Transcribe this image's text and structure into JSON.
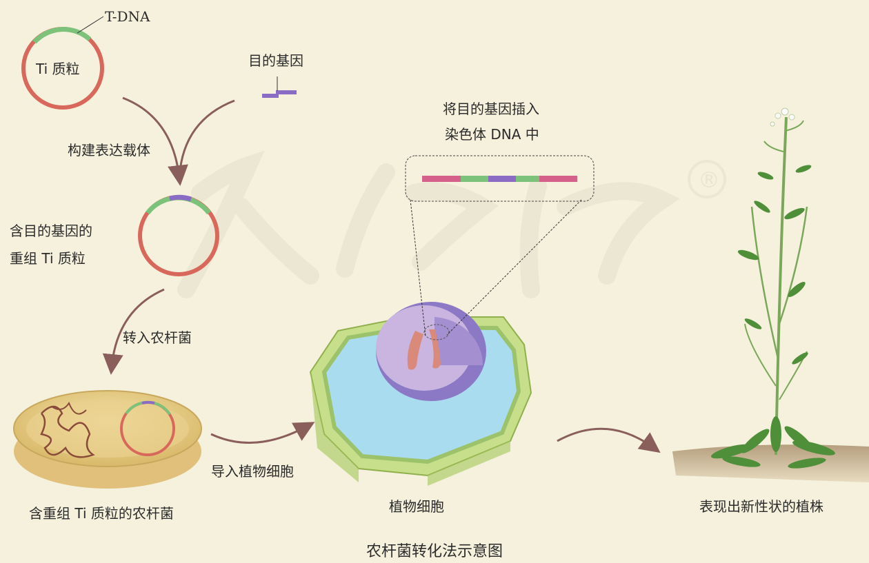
{
  "labels": {
    "tdna": "T-DNA",
    "ti_plasmid": "Ti 质粒",
    "target_gene": "目的基因",
    "build_vector": "构建表达载体",
    "recombinant_ti_line1": "含目的基因的",
    "recombinant_ti_line2": "重组 Ti 质粒",
    "transform_agro": "转入农杆菌",
    "agro_with_ti": "含重组 Ti 质粒的农杆菌",
    "introduce_cell": "导入植物细胞",
    "plant_cell": "植物细胞",
    "insert_line1": "将目的基因插入",
    "insert_line2": "染色体 DNA 中",
    "new_trait_plant": "表现出新性状的植株",
    "watermark_symbol": "®"
  },
  "caption": "农杆菌转化法示意图",
  "colors": {
    "background": "#f5f1dc",
    "plasmid_red": "#d9685c",
    "tdna_green": "#7cc27a",
    "gene_purple": "#8a6cc4",
    "arrow": "#8a5e5b",
    "cell_wall": "#b8d47a",
    "cytoplasm": "#a9dcef",
    "nucleus": "#b9a3d8",
    "chromosome": "#d98a7a",
    "plant_green": "#4f8f3a",
    "soil": "#a89070"
  }
}
